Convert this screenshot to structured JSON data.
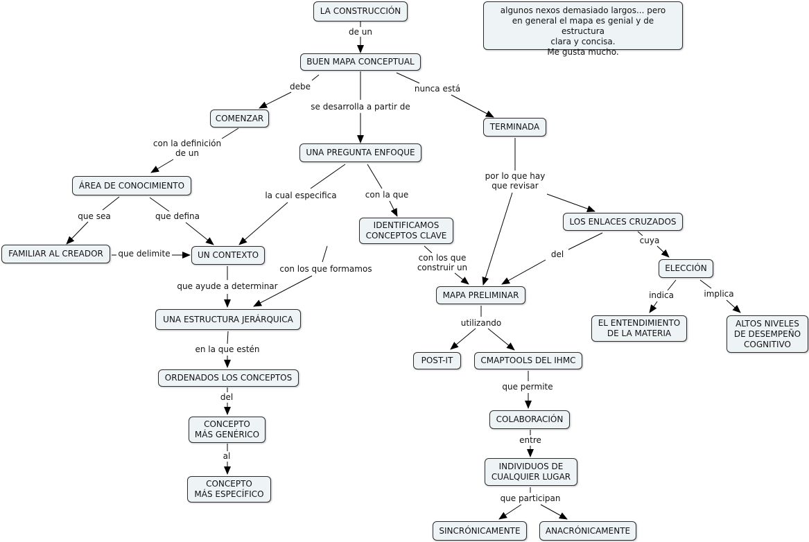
{
  "concepts": {
    "construccion": "LA CONSTRUCCIÓN",
    "buen_mapa": "BUEN MAPA CONCEPTUAL",
    "comenzar": "COMENZAR",
    "pregunta": "UNA PREGUNTA ENFOQUE",
    "terminada": "TERMINADA",
    "area": "ÁREA DE CONOCIMIENTO",
    "identificamos": "IDENTIFICAMOS\nCONCEPTOS CLAVE",
    "enlaces": "LOS ENLACES CRUZADOS",
    "familiar": "FAMILIAR AL CREADOR",
    "contexto": "UN CONTEXTO",
    "eleccion": "ELECCIÓN",
    "mapa_preliminar": "MAPA PRELIMINAR",
    "estructura": "UNA ESTRUCTURA JERÁRQUICA",
    "entendimiento": "EL ENTENDIMIENTO\nDE LA MATERIA",
    "altos_niveles": "ALTOS NIVELES\nDE DESEMPEÑO\nCOGNITIVO",
    "post_it": "POST-IT",
    "cmaptools": "CMAPTOOLS DEL IHMC",
    "ordenados": "ORDENADOS LOS CONCEPTOS",
    "generico": "CONCEPTO\nMÁS GENÉRICO",
    "colaboracion": "COLABORACIÓN",
    "individuos": "INDIVIDUOS DE\nCUALQUIER LUGAR",
    "especifico": "CONCEPTO\nMÁS ESPECÍFICO",
    "sincronicamente": "SINCRÓNICAMENTE",
    "anacronicamente": "ANACRÓNICAMENTE"
  },
  "note": "algunos nexos demasiado largos... pero\nen general el mapa es genial y de estructura\nclara y concisa.\nMe gusta mucho.",
  "links": {
    "de_un": "de un",
    "debe": "debe",
    "se_desarrolla": "se desarrolla a partir de",
    "nunca_esta": "nunca está",
    "con_la_definicion": "con la definición\nde un",
    "la_cual_especifica": "la cual especifica",
    "con_la_que": "con la que",
    "por_lo_que_hay": "por lo que hay\nque revisar",
    "que_sea": "que sea",
    "que_defina": "que defina",
    "que_delimite": "que delimite",
    "con_los_que_formamos": "con los que formamos",
    "con_los_que_construir": "con los que\nconstruir un",
    "del_1": "del",
    "cuya": "cuya",
    "que_ayude": "que ayude a determinar",
    "indica": "indica",
    "implica": "implica",
    "utilizando": "utilizando",
    "en_la_que_esten": "en la que estén",
    "del_2": "del",
    "que_permite": "que permite",
    "al": "al",
    "entre": "entre",
    "que_participan": "que participan"
  },
  "colors": {
    "node_fill": "#eef4f6",
    "node_border": "#2b2b2b",
    "line": "#000000"
  }
}
